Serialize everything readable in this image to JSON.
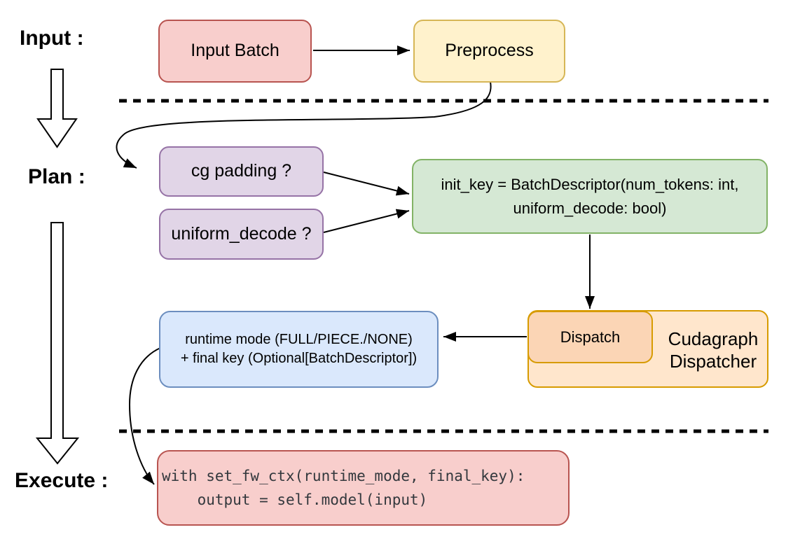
{
  "stages": {
    "input": "Input :",
    "plan": "Plan :",
    "execute": "Execute :"
  },
  "nodes": {
    "input_batch": {
      "label": "Input Batch"
    },
    "preprocess": {
      "label": "Preprocess"
    },
    "cg_padding": {
      "label": "cg padding ?"
    },
    "uniform_decode": {
      "label": "uniform_decode ?"
    },
    "init_key": {
      "line1": "init_key = BatchDescriptor(num_tokens: int,",
      "line2": "uniform_decode: bool)"
    },
    "runtime_mode": {
      "line1": "runtime mode (FULL/PIECE./NONE)",
      "line2": "+ final key (Optional[BatchDescriptor])"
    },
    "dispatch": {
      "label": "Dispatch"
    },
    "cudagraph_dispatcher": {
      "line1": "Cudagraph",
      "line2": "Dispatcher"
    },
    "execute_code": {
      "line1": "with set_fw_ctx(runtime_mode, final_key):",
      "line2": "    output = self.model(input)"
    }
  },
  "colors": {
    "pink_fill": "#f8cecc",
    "pink_stroke": "#b85450",
    "yellow_fill": "#fff2cc",
    "yellow_stroke": "#d6b656",
    "purple_fill": "#e1d5e7",
    "purple_stroke": "#9673a6",
    "green_fill": "#d5e8d4",
    "green_stroke": "#82b366",
    "orange_fill": "#ffe6cc",
    "orange_stroke": "#d79b00",
    "dispatch_fill": "#fbd5b5",
    "blue_fill": "#dae8fc",
    "blue_stroke": "#6c8ebf",
    "connector": "#000000",
    "code_text": "#33383d"
  }
}
